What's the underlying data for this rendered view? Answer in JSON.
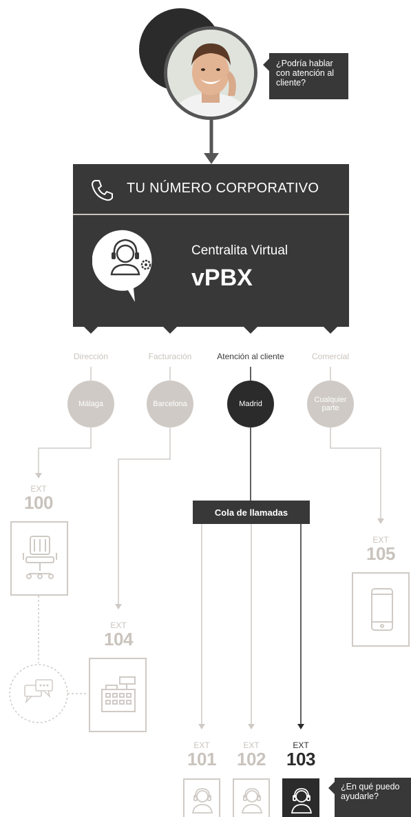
{
  "caller_bubble": "¿Podría hablar con atención al cliente?",
  "header": {
    "title": "TU NÚMERO CORPORATIVO",
    "pbx_subtitle": "Centralita Virtual",
    "pbx_name": "vPBX"
  },
  "departments": [
    {
      "label": "Dirección",
      "city": "Málaga",
      "active": false
    },
    {
      "label": "Facturación",
      "city": "Barcelona",
      "active": false
    },
    {
      "label": "Atención al cliente",
      "city": "Madrid",
      "active": true
    },
    {
      "label": "Comercial",
      "city": "Cualquier parte",
      "active": false
    }
  ],
  "queue_label": "Cola de llamadas",
  "extensions": [
    {
      "ext_label": "EXT",
      "number": "100",
      "device": "office-chair-icon"
    },
    {
      "ext_label": "EXT",
      "number": "104",
      "device": "cash-register-icon"
    },
    {
      "ext_label": "EXT",
      "number": "105",
      "device": "mobile-phone-icon"
    },
    {
      "ext_label": "EXT",
      "number": "101",
      "device": "headset-agent-icon"
    },
    {
      "ext_label": "EXT",
      "number": "102",
      "device": "headset-agent-icon"
    },
    {
      "ext_label": "EXT",
      "number": "103",
      "device": "headset-agent-icon",
      "active": true
    }
  ],
  "agent_bubble": "¿En qué puedo ayudarle?",
  "colors": {
    "dark": "#383838",
    "light": "#cfcac5",
    "text_light": "#c9c3bd"
  }
}
